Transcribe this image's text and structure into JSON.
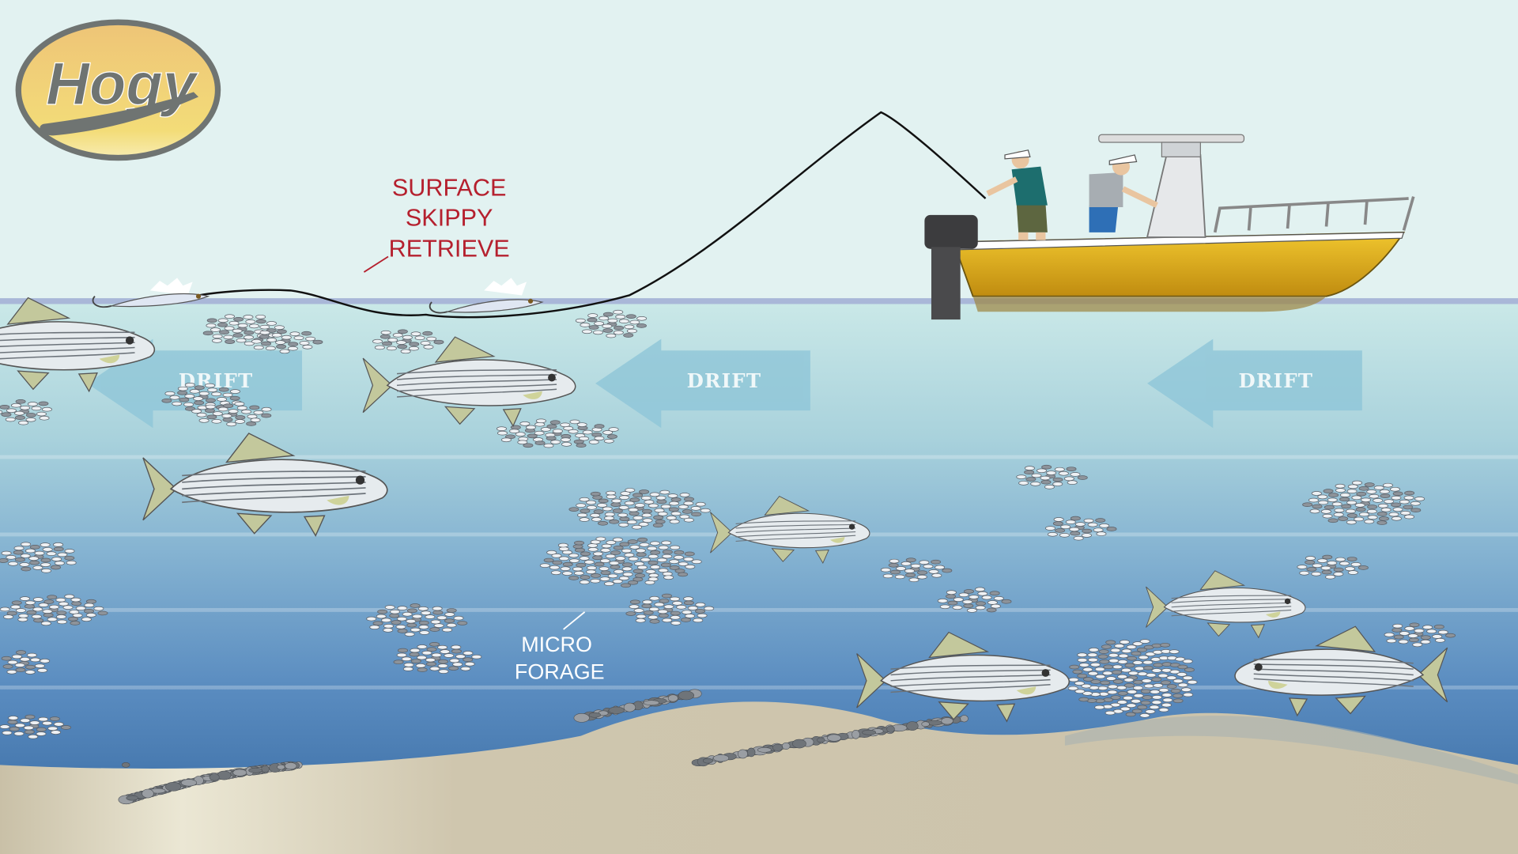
{
  "logo": {
    "text": "Hogy",
    "colors": {
      "fill": "#f0c873",
      "ring": "#6f7472"
    }
  },
  "labels": {
    "surface": [
      "SURFACE",
      "SKIPPY",
      "RETRIEVE"
    ],
    "forage": [
      "MICRO",
      "FORAGE"
    ]
  },
  "drift_arrows": [
    {
      "label": "DRIFT",
      "direction": "left"
    },
    {
      "label": "DRIFT",
      "direction": "left"
    },
    {
      "label": "DRIFT",
      "direction": "left"
    }
  ],
  "colors": {
    "sky": "#e2f2f1",
    "water_top": "#c6e6e6",
    "water_deep": "#3d6fa3",
    "sand": "#cfc6ae",
    "boat_hull": "#e5b21c",
    "label_red": "#b5202e"
  }
}
